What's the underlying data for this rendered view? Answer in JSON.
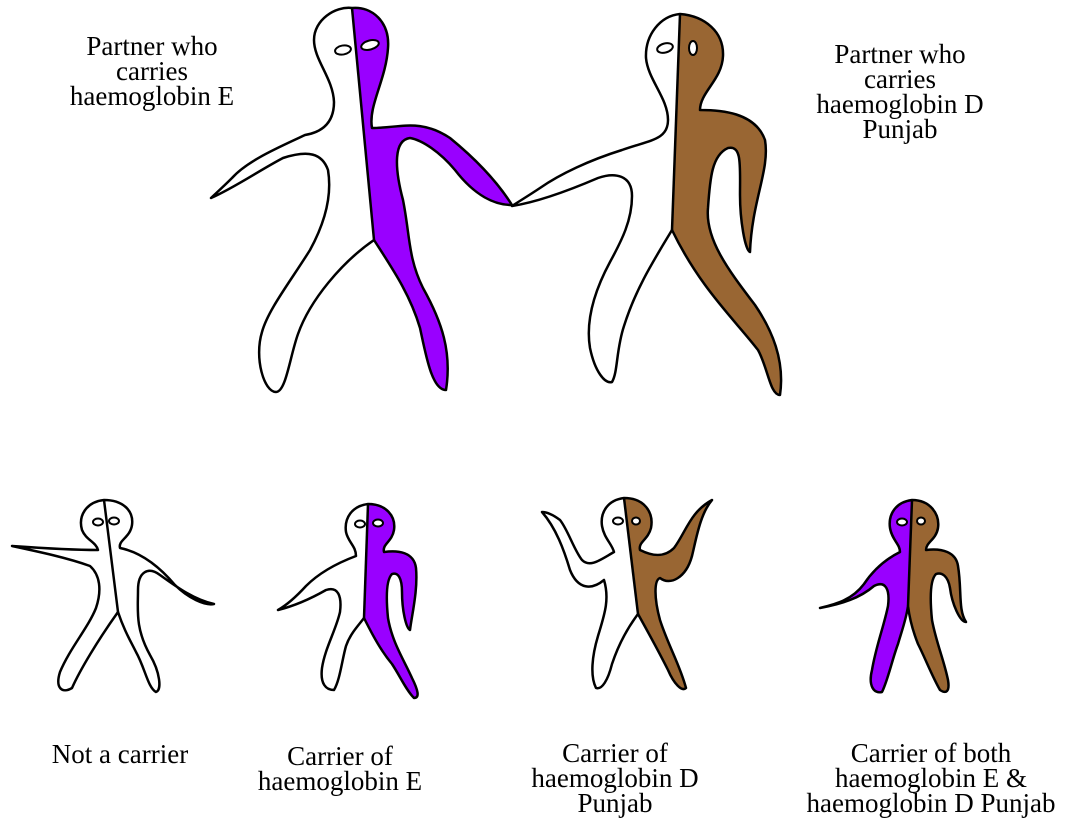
{
  "colors": {
    "haemoglobin_e": "#9900ff",
    "haemoglobin_d_punjab": "#996633",
    "non_carrier": "#ffffff",
    "outline": "#000000"
  },
  "parents": {
    "left": {
      "lines": [
        "Partner who",
        "carries",
        "haemoglobin E"
      ],
      "trait_right_half": "haemoglobin_e"
    },
    "right": {
      "lines": [
        "Partner who",
        "carries",
        "haemoglobin D",
        "Punjab"
      ],
      "trait_right_half": "haemoglobin_d_punjab"
    }
  },
  "children": [
    {
      "lines": [
        "Not a carrier"
      ],
      "left_half": "non_carrier",
      "right_half": "non_carrier"
    },
    {
      "lines": [
        "Carrier of",
        "haemoglobin E"
      ],
      "left_half": "non_carrier",
      "right_half": "haemoglobin_e"
    },
    {
      "lines": [
        "Carrier of",
        "haemoglobin D",
        "Punjab"
      ],
      "left_half": "non_carrier",
      "right_half": "haemoglobin_d_punjab"
    },
    {
      "lines": [
        "Carrier of both",
        "haemoglobin E &",
        "haemoglobin D Punjab"
      ],
      "left_half": "haemoglobin_e",
      "right_half": "haemoglobin_d_punjab"
    }
  ]
}
